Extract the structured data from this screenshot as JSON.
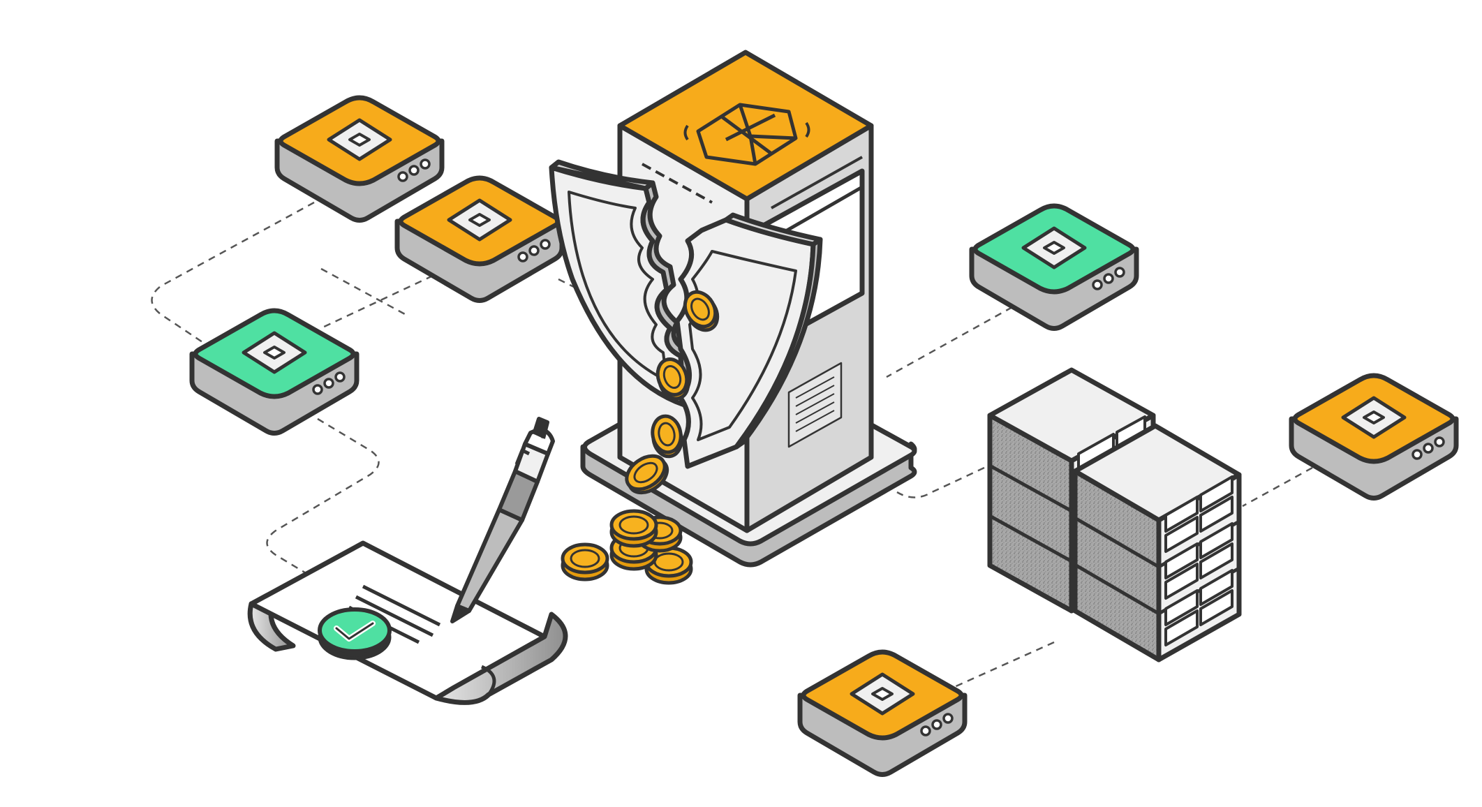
{
  "colors": {
    "outline": "#333333",
    "orange": "#F7AB1B",
    "green": "#4FE0A2",
    "grey_light": "#F0F0F0",
    "grey_mid": "#BDBDBD",
    "grey_dark": "#9A9A9A",
    "white": "#FFFFFF",
    "coin": "#F7B21F",
    "coin_shade": "#E59C0E",
    "connector": "#555555"
  },
  "illustration": {
    "nodes": [
      {
        "color": "orange",
        "icon": "node-chip-icon"
      },
      {
        "color": "orange",
        "icon": "node-chip-icon"
      },
      {
        "color": "green",
        "icon": "node-chip-icon"
      },
      {
        "color": "green",
        "icon": "node-chip-icon"
      },
      {
        "color": "orange",
        "icon": "node-chip-icon"
      },
      {
        "color": "orange",
        "icon": "node-chip-icon"
      }
    ],
    "objects": [
      "broken-shield-icon",
      "blockchain-cube-icon",
      "vault-kiosk",
      "server-rack",
      "signed-contract",
      "pen-icon",
      "checkmark-badge-icon",
      "coin-stack"
    ]
  }
}
